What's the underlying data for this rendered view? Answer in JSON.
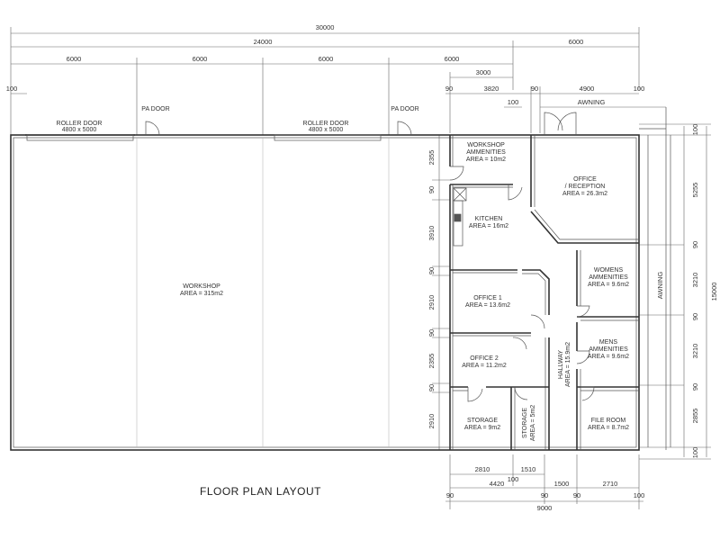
{
  "title": "FLOOR PLAN LAYOUT",
  "top_dims": {
    "overall": "30000",
    "workshop": "24000",
    "office_wing": "6000",
    "bay1": "6000",
    "bay2": "6000",
    "bay3": "6000",
    "bay4": "6000",
    "left_offset": "100",
    "d3000": "3000",
    "d90a": "90",
    "d3820": "3820",
    "d90b": "90",
    "d4900": "4900",
    "d100a": "100",
    "d100b": "100",
    "awning": "AWNING"
  },
  "doors": {
    "roller1": "ROLLER DOOR",
    "roller1_size": "4800 x 5000",
    "pa1": "PA DOOR",
    "roller2": "ROLLER DOOR",
    "roller2_size": "4800 x 5000",
    "pa2": "PA DOOR"
  },
  "rooms": {
    "workshop": {
      "name": "WORKSHOP",
      "area": "AREA = 315m2"
    },
    "workshop_amenities": {
      "name1": "WORKSHOP",
      "name2": "AMMENITIES",
      "area": "AREA = 10m2"
    },
    "office_reception": {
      "name1": "OFFICE",
      "name2": "/ RECEPTION",
      "area": "AREA = 26.3m2"
    },
    "kitchen": {
      "name": "KITCHEN",
      "area": "AREA = 16m2"
    },
    "womens": {
      "name1": "WOMENS",
      "name2": "AMMENITIES",
      "area": "AREA = 9.6m2"
    },
    "office1": {
      "name": "OFFICE 1",
      "area": "AREA = 13.6m2"
    },
    "hallway": {
      "name": "HALLWAY",
      "area": "AREA = 15.9m2"
    },
    "mens": {
      "name1": "MENS",
      "name2": "AMMENITIES",
      "area": "AREA = 9.6m2"
    },
    "office2": {
      "name": "OFFICE 2",
      "area": "AREA = 11.2m2"
    },
    "storage": {
      "name": "STORAGE",
      "area": "AREA = 9m2"
    },
    "storage2": {
      "name": "STORAGE",
      "area": "AREA = 5m2"
    },
    "file_room": {
      "name": "FILE ROOM",
      "area": "AREA = 8.7m2"
    }
  },
  "left_dims": [
    "2355",
    "90",
    "3910",
    "90",
    "2910",
    "90",
    "2355",
    "90",
    "2910"
  ],
  "right_dims": {
    "d100a": "100",
    "d5255": "5255",
    "d90a": "90",
    "d3210a": "3210",
    "d90b": "90",
    "d3210b": "3210",
    "d90c": "90",
    "d2855": "2855",
    "d100b": "100",
    "overall": "15000",
    "awning": "AWNING"
  },
  "bottom_dims": {
    "d2810": "2810",
    "d1510": "1510",
    "d100": "100",
    "d4420": "4420",
    "d1500": "1500",
    "d2710": "2710",
    "d90a": "90",
    "d90b": "90",
    "d90c": "90",
    "d100b": "100",
    "overall": "9000"
  }
}
